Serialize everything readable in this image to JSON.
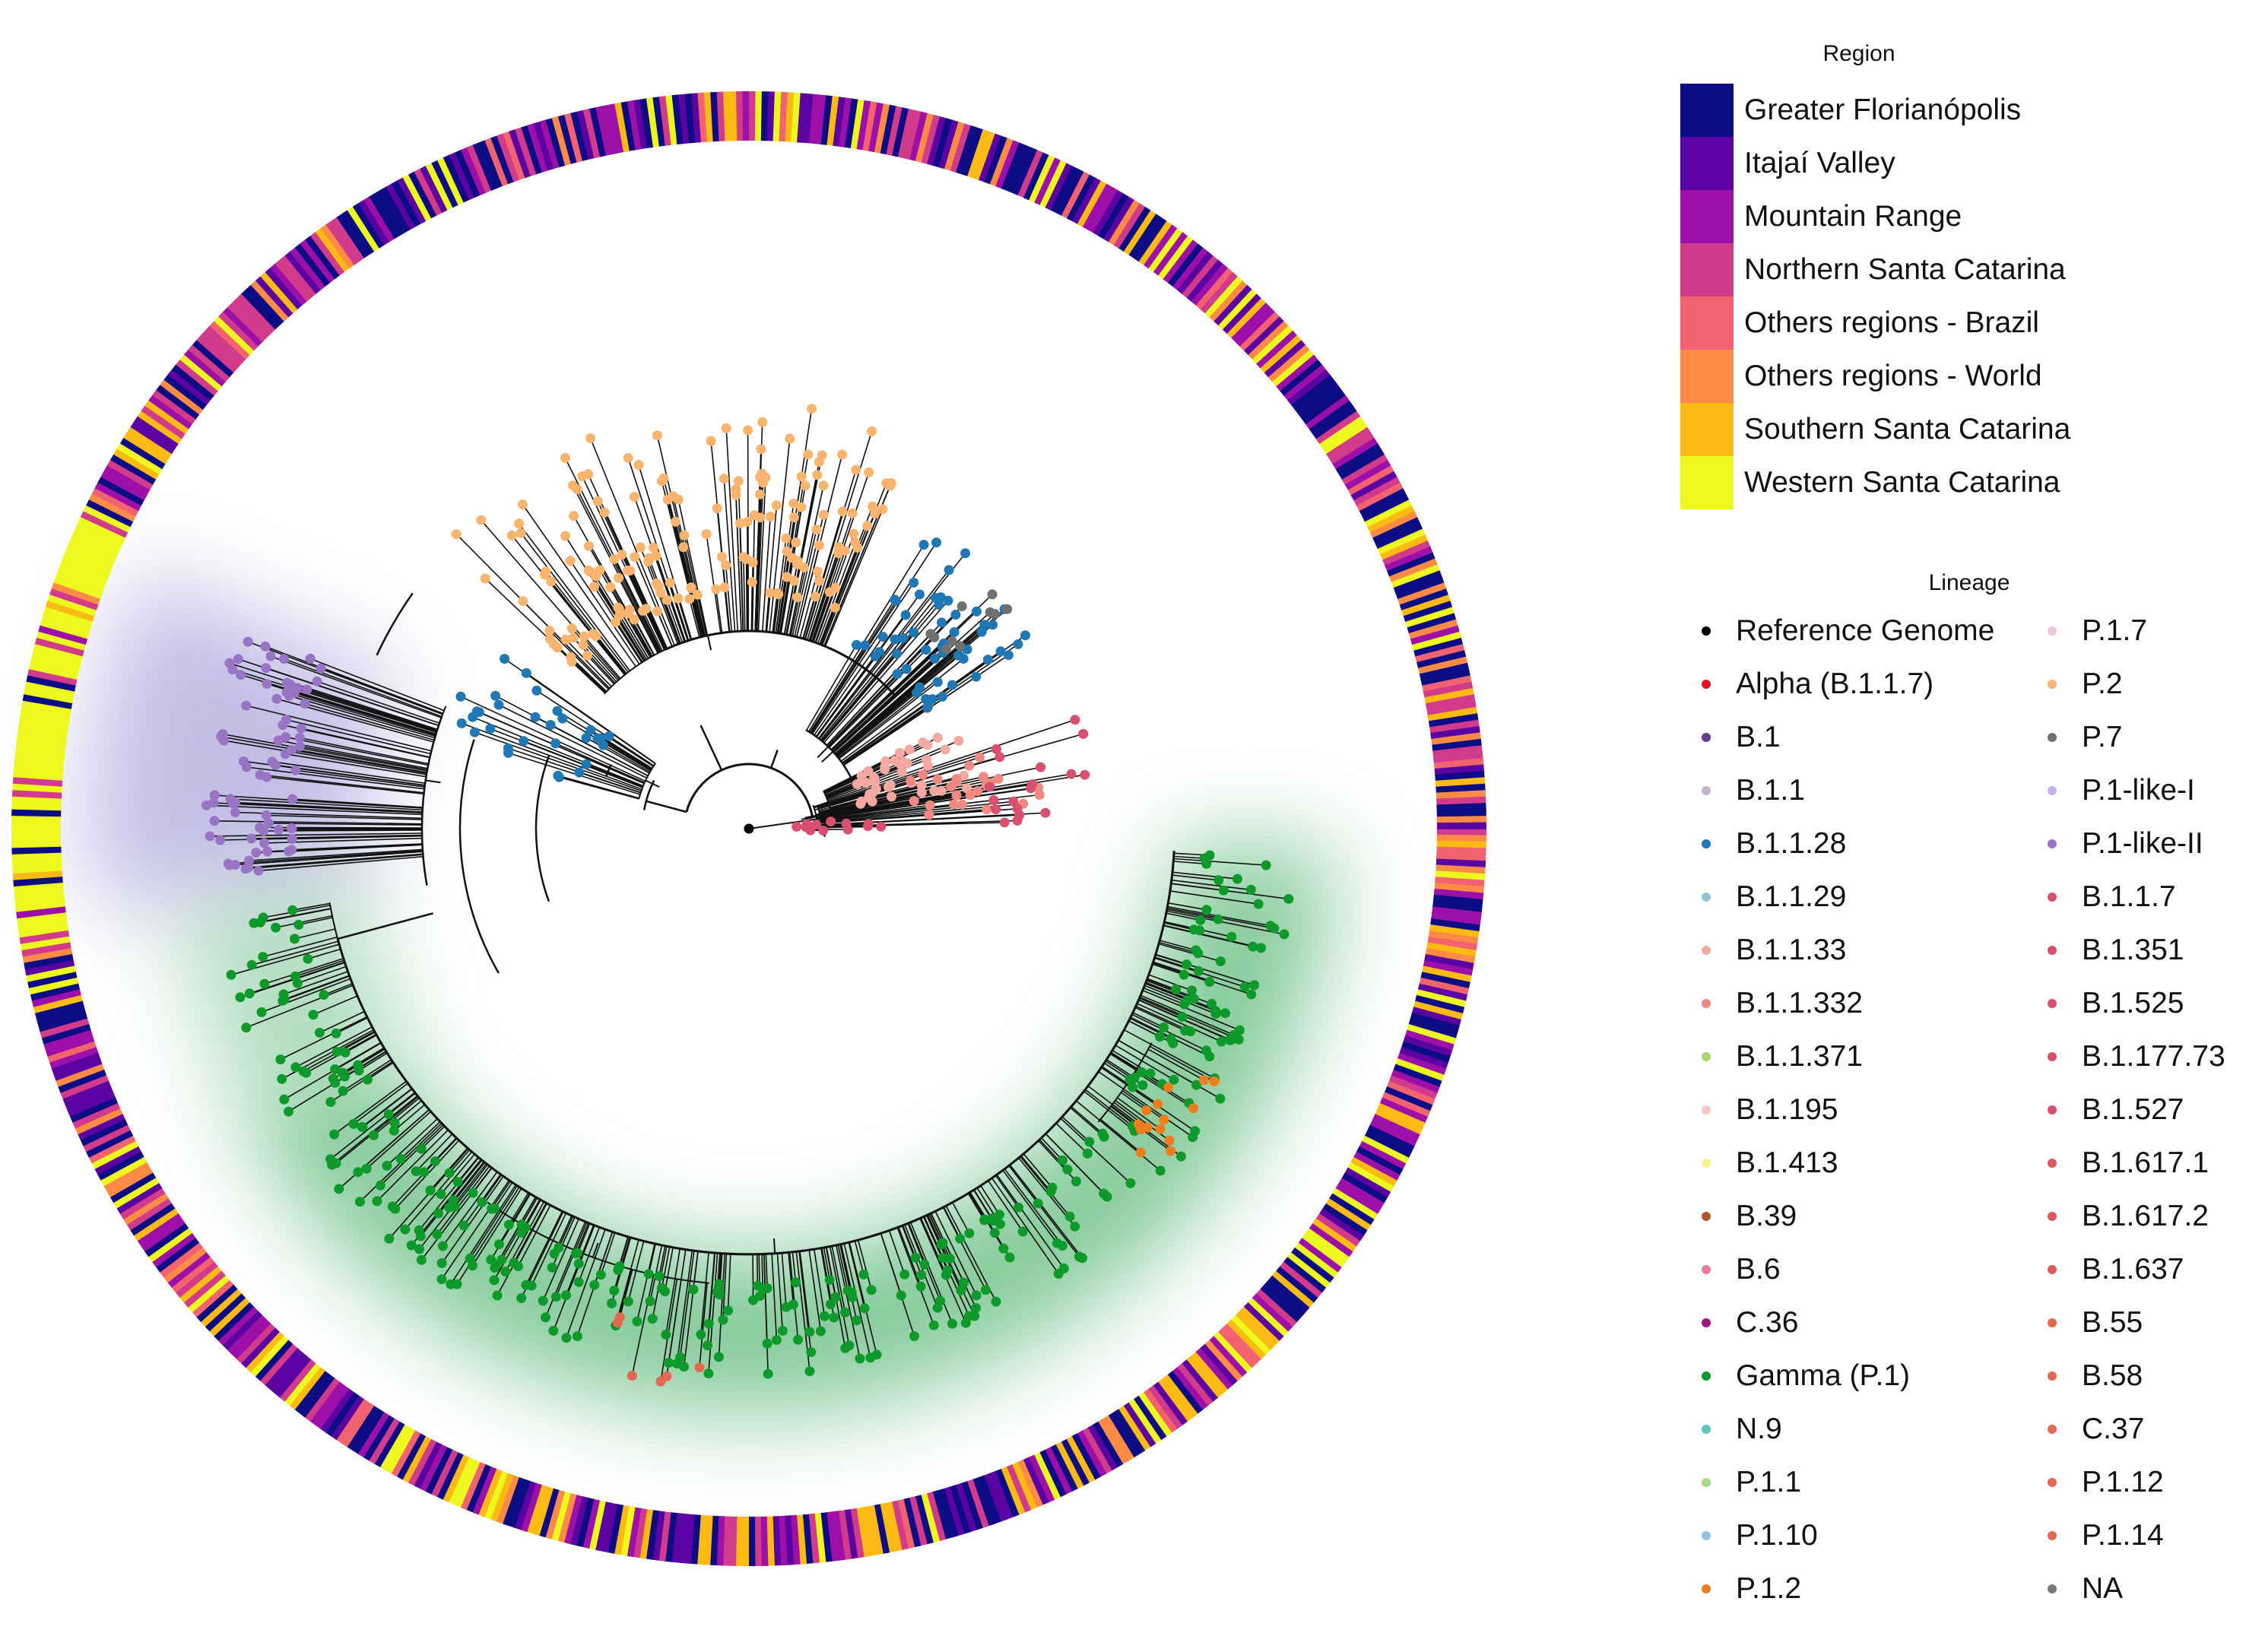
{
  "region_legend": {
    "title": "Region",
    "items": [
      {
        "label": "Greater Florianópolis",
        "color": "#0c0c85"
      },
      {
        "label": "Itajaí Valley",
        "color": "#5b02a3"
      },
      {
        "label": "Mountain Range",
        "color": "#9c0fa8"
      },
      {
        "label": "Northern Santa Catarina",
        "color": "#d23a8c"
      },
      {
        "label": "Others regions - Brazil",
        "color": "#f3626f"
      },
      {
        "label": "Others regions - World",
        "color": "#fd8a45"
      },
      {
        "label": "Southern Santa Catarina",
        "color": "#fdba12"
      },
      {
        "label": "Western Santa Catarina",
        "color": "#ecf81e"
      }
    ]
  },
  "lineage_legend": {
    "title": "Lineage",
    "items": [
      {
        "label": "Reference Genome",
        "color": "#000000"
      },
      {
        "label": "Alpha (B.1.1.7)",
        "color": "#e0141e"
      },
      {
        "label": "B.1",
        "color": "#6a3d9a"
      },
      {
        "label": "B.1.1",
        "color": "#c8b4d2"
      },
      {
        "label": "B.1.1.28",
        "color": "#1f78b4"
      },
      {
        "label": "B.1.1.29",
        "color": "#8fc8d4"
      },
      {
        "label": "B.1.1.33",
        "color": "#f4a8a0"
      },
      {
        "label": "B.1.1.332",
        "color": "#f08a80"
      },
      {
        "label": "B.1.1.371",
        "color": "#a6d96a"
      },
      {
        "label": "B.1.195",
        "color": "#f7c8c0"
      },
      {
        "label": "B.1.413",
        "color": "#f6f58c"
      },
      {
        "label": "B.39",
        "color": "#b15928"
      },
      {
        "label": "B.6",
        "color": "#ec7a9a"
      },
      {
        "label": "C.36",
        "color": "#a0167a"
      },
      {
        "label": "Gamma (P.1)",
        "color": "#0e9a2a"
      },
      {
        "label": "N.9",
        "color": "#5ec4c4"
      },
      {
        "label": "P.1.1",
        "color": "#a8d98a"
      },
      {
        "label": "P.1.10",
        "color": "#8ac2ec"
      },
      {
        "label": "P.1.2",
        "color": "#f07c1a"
      },
      {
        "label": "P.1.7",
        "color": "#f6c2dc"
      },
      {
        "label": "P.2",
        "color": "#fbb46e"
      },
      {
        "label": "P.7",
        "color": "#707070"
      },
      {
        "label": "P.1-like-I",
        "color": "#c8b2ee"
      },
      {
        "label": "P.1-like-II",
        "color": "#9a74c4"
      },
      {
        "label": "B.1.1.7",
        "color": "#d9506e"
      },
      {
        "label": "B.1.351",
        "color": "#d9506e"
      },
      {
        "label": "B.1.525",
        "color": "#d9506e"
      },
      {
        "label": "B.1.177.73",
        "color": "#d9506e"
      },
      {
        "label": "B.1.527",
        "color": "#d9506e"
      },
      {
        "label": "B.1.617.1",
        "color": "#de5a5a"
      },
      {
        "label": "B.1.617.2",
        "color": "#de5a5a"
      },
      {
        "label": "B.1.637",
        "color": "#de5a5a"
      },
      {
        "label": "B.55",
        "color": "#e2694e"
      },
      {
        "label": "B.58",
        "color": "#e2694e"
      },
      {
        "label": "C.37",
        "color": "#e2694e"
      },
      {
        "label": "P.1.12",
        "color": "#e2694e"
      },
      {
        "label": "P.1.14",
        "color": "#e2694e"
      },
      {
        "label": "NA",
        "color": "#7a7a7a"
      }
    ]
  },
  "tree": {
    "layout": "circular",
    "highlighted_clades": [
      {
        "lineage": "P.1-like-II",
        "color": "#7a70c8"
      },
      {
        "lineage": "Gamma (P.1)",
        "color": "#21a04a"
      }
    ]
  }
}
